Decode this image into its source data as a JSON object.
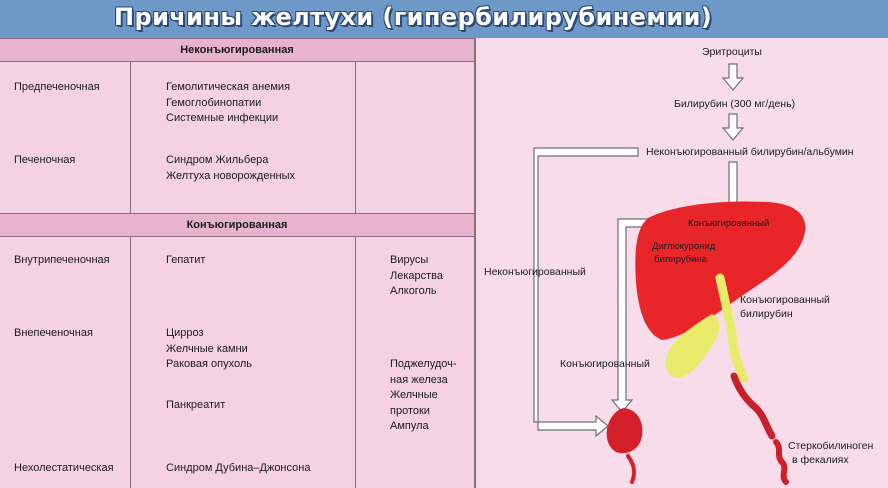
{
  "title": "Причины желтухи (гипербилирубинемии)",
  "table": {
    "unconjugated": {
      "header": "Неконъюгированная",
      "rows": [
        {
          "category": "Предпеченочная",
          "causes": [
            "Гемолитическая анемия",
            "Гемоглобинопатии",
            "Системные инфекции"
          ]
        },
        {
          "category": "Печеночная",
          "causes": [
            "Синдром Жильбера",
            "Желтуха новорожденных"
          ]
        }
      ]
    },
    "conjugated": {
      "header": "Конъюгированная",
      "rows": [
        {
          "category": "Внутрипеченочная",
          "causes": [
            "Гепатит"
          ],
          "details": [
            "Вирусы",
            "Лекарства",
            "Алкоголь"
          ]
        },
        {
          "category": "Внепеченочная",
          "causes": [
            "Цирроз",
            "Желчные камни",
            "Раковая опухоль",
            "Панкреатит"
          ],
          "details": [
            "Поджелудоч-",
            "ная железа",
            "Желчные",
            "протоки",
            "Ампула"
          ]
        },
        {
          "category": "Нехолестатическая",
          "causes": [
            "Синдром Дубина–Джонсона"
          ]
        }
      ]
    }
  },
  "diagram": {
    "erythrocytes": "Эритроциты",
    "bilirubin": "Билирубин (300 мг/день)",
    "unconj_albumin": "Неконъюгированный билирубин/альбумин",
    "liver_conjugated": "Конъюгированный",
    "diglucuronide": [
      "Диглюкуронид",
      "билирубина"
    ],
    "unconjugated_side": "Неконъюгированный",
    "conjugated_bilirubin": [
      "Конъюгированный",
      "билирубин"
    ],
    "conjugated_lower": "Конъюгированный",
    "stercobilinogen": [
      "Стеркобилиноген",
      "в фекалиях"
    ],
    "colors": {
      "liver": "#e8262a",
      "gallbladder": "#eaea6a",
      "kidney": "#d3202a",
      "arrow_fill": "#ffffff",
      "arrow_stroke": "#6f6f6f",
      "background": "#f9dcea"
    }
  }
}
